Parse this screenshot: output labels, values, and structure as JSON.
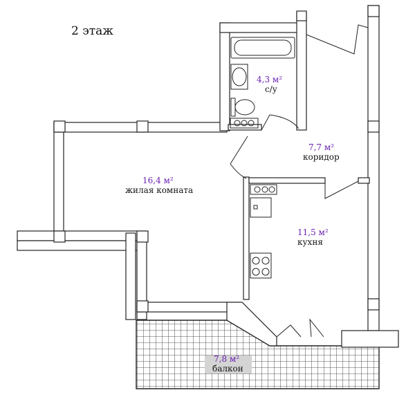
{
  "floor_label": "2 этаж",
  "rooms": {
    "bathroom": {
      "area": "4,3 м²",
      "name": "с/у"
    },
    "corridor": {
      "area": "7,7 м²",
      "name": "коридор"
    },
    "living": {
      "area": "16,4 м²",
      "name": "жилая комната"
    },
    "kitchen": {
      "area": "11,5 м²",
      "name": "кухня"
    },
    "balcony": {
      "area": "7,8 м²",
      "name": "балкон"
    }
  },
  "colors": {
    "wall_line": "#222222",
    "area_text": "#6a1fb0",
    "balcony_label_bg": "#d4d4d4"
  }
}
